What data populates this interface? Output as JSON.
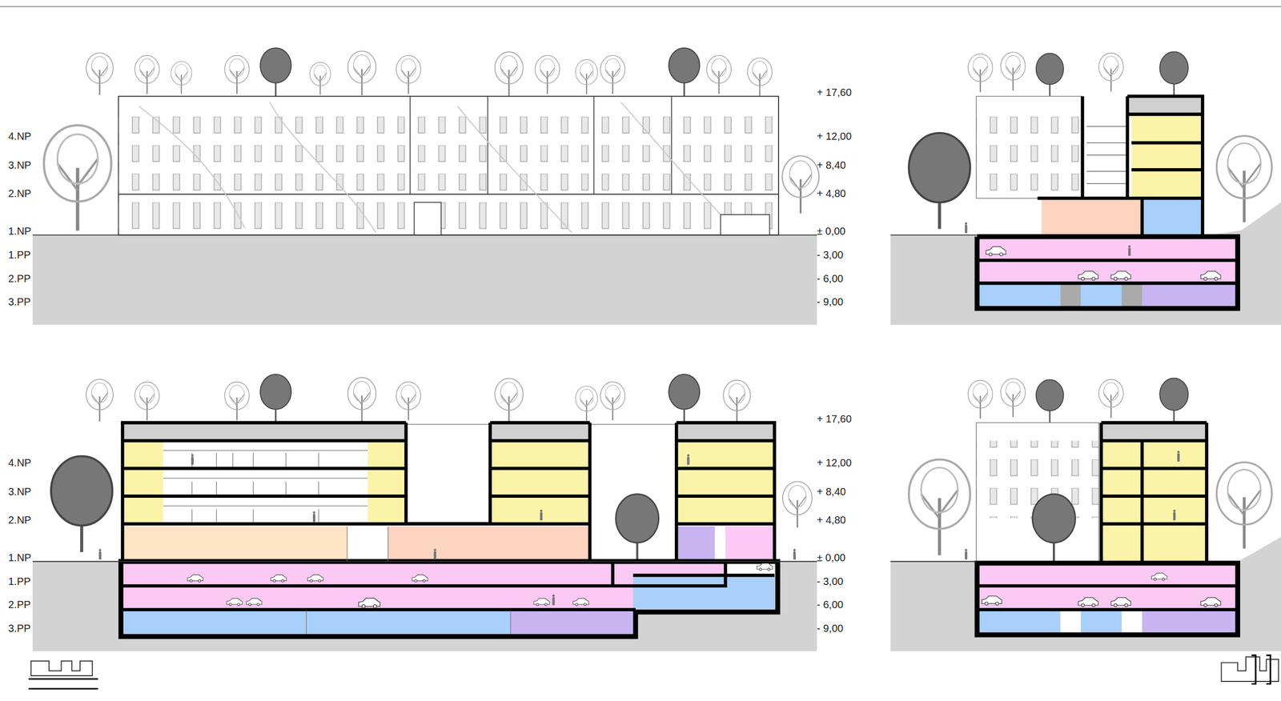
{
  "diagram": {
    "labels": [
      "4.NP",
      "3.NP",
      "2.NP",
      "1.NP",
      "1.PP",
      "2.PP",
      "3.PP",
      "+ 17,60",
      "+ 12,00",
      "+ 8,40",
      "+ 4,80",
      "± 0,00",
      "- 3,00",
      "- 6,00",
      "- 9,00",
      "4.NP",
      "3.NP",
      "2.NP",
      "1.NP",
      "1.PP",
      "2.PP",
      "3.PP",
      "+ 17,60",
      "+ 12,00",
      "+ 8,40",
      "+ 4,80",
      "± 0,00",
      "- 3,00",
      "- 6,00",
      "- 9,00"
    ]
  }
}
